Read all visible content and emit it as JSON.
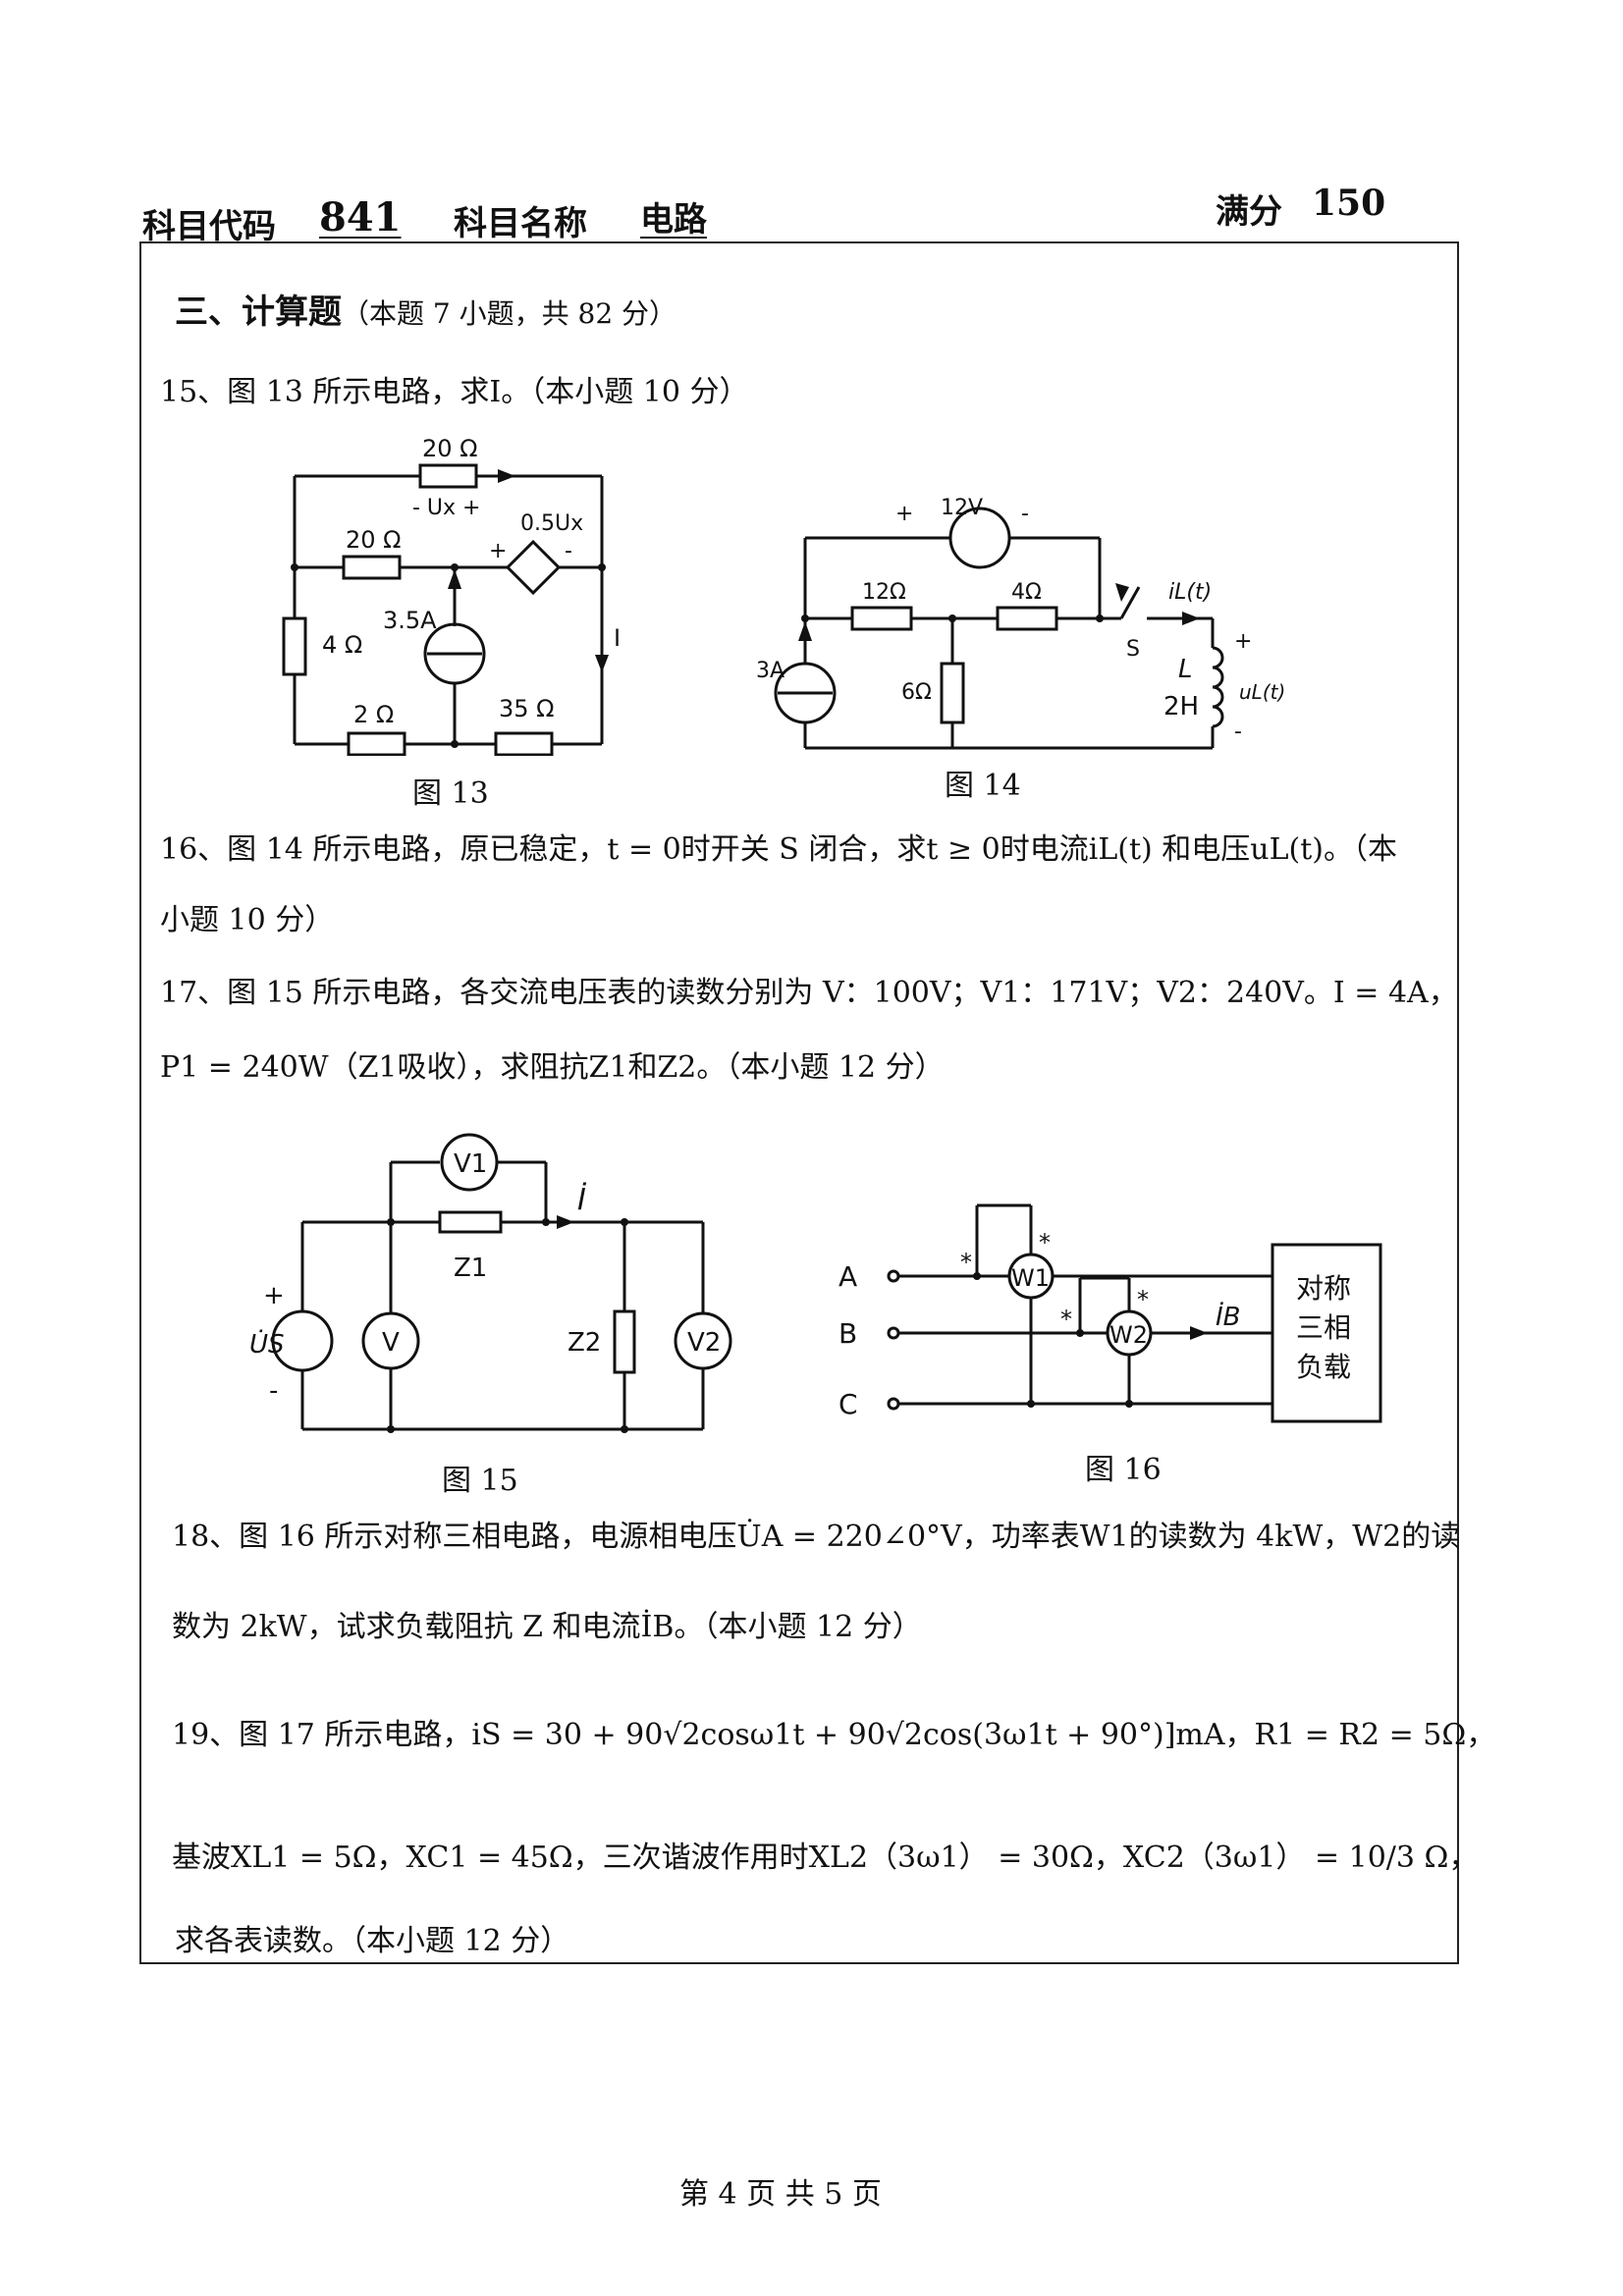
{
  "header": {
    "code_label": "科目代码",
    "code_value": "841",
    "name_label": "科目名称",
    "name_value": "电路",
    "score_label": "满分",
    "score_value": "150"
  },
  "section": {
    "title": "三、计算题",
    "note": "（本题 7 小题，共 82 分）"
  },
  "q15": {
    "line1": "15、图 13 所示电路，求I。（本小题 10 分）"
  },
  "fig13": {
    "caption": "图 13",
    "r_top": "20 Ω",
    "ux": "-  Ux +",
    "src": "0.5Ux",
    "src_plus": "+",
    "src_minus": "-",
    "r_mid": "20 Ω",
    "cs": "3.5A",
    "r_left": "4 Ω",
    "current": "I",
    "r_bot_left": "2 Ω",
    "r_bot_right": "35 Ω"
  },
  "fig14": {
    "caption": "图 14",
    "vs": "12V",
    "vs_plus": "+",
    "vs_minus": "-",
    "r1": "12Ω",
    "r2": "4Ω",
    "cs": "3A",
    "r3": "6Ω",
    "switch": "S",
    "il": "iL(t)",
    "ind": "L",
    "ind_val": "2H",
    "ul": "uL(t)",
    "ul_plus": "+",
    "ul_minus": "-"
  },
  "q16": {
    "line1": "16、图 14 所示电路，原已稳定，t = 0时开关 S 闭合，求t ≥ 0时电流iL(t) 和电压uL(t)。（本",
    "line2": "小题 10 分）"
  },
  "q17": {
    "line1": "17、图 15 所示电路，各交流电压表的读数分别为 V：100V；V1：171V；V2：240V。I = 4A，",
    "line2": "P1 = 240W（Z1吸收），求阻抗Z1和Z2。（本小题 12 分）"
  },
  "fig15": {
    "caption": "图 15",
    "v1": "V1",
    "i": "İ",
    "z1": "Z1",
    "plus": "+",
    "us": "U̇S",
    "minus": "-",
    "v": "V",
    "z2": "Z2",
    "v2": "V2"
  },
  "fig16": {
    "caption": "图 16",
    "a": "A",
    "b": "B",
    "c": "C",
    "w1": "W1",
    "w2": "W2",
    "ib": "İB",
    "star": "*",
    "load1": "对称",
    "load2": "三相",
    "load3": "负载"
  },
  "q18": {
    "line1": "18、图 16 所示对称三相电路，电源相电压U̇A = 220∠0°V，功率表W1的读数为 4kW，W2的读",
    "line2": "数为 2kW，试求负载阻抗 Z 和电流İB。（本小题 12 分）"
  },
  "q19": {
    "line1": "19、图 17 所示电路，iS = 30 + 90√2cosω1t + 90√2cos(3ω1t + 90°)]mA，R1 = R2 = 5Ω，",
    "line2": "基波XL1 = 5Ω，XC1 = 45Ω，三次谐波作用时XL2（3ω1） = 30Ω，XC2（3ω1） = 10/3 Ω，",
    "line3": "求各表读数。（本小题 12 分）"
  },
  "footer": {
    "text": "第 4  页 共 5  页"
  }
}
